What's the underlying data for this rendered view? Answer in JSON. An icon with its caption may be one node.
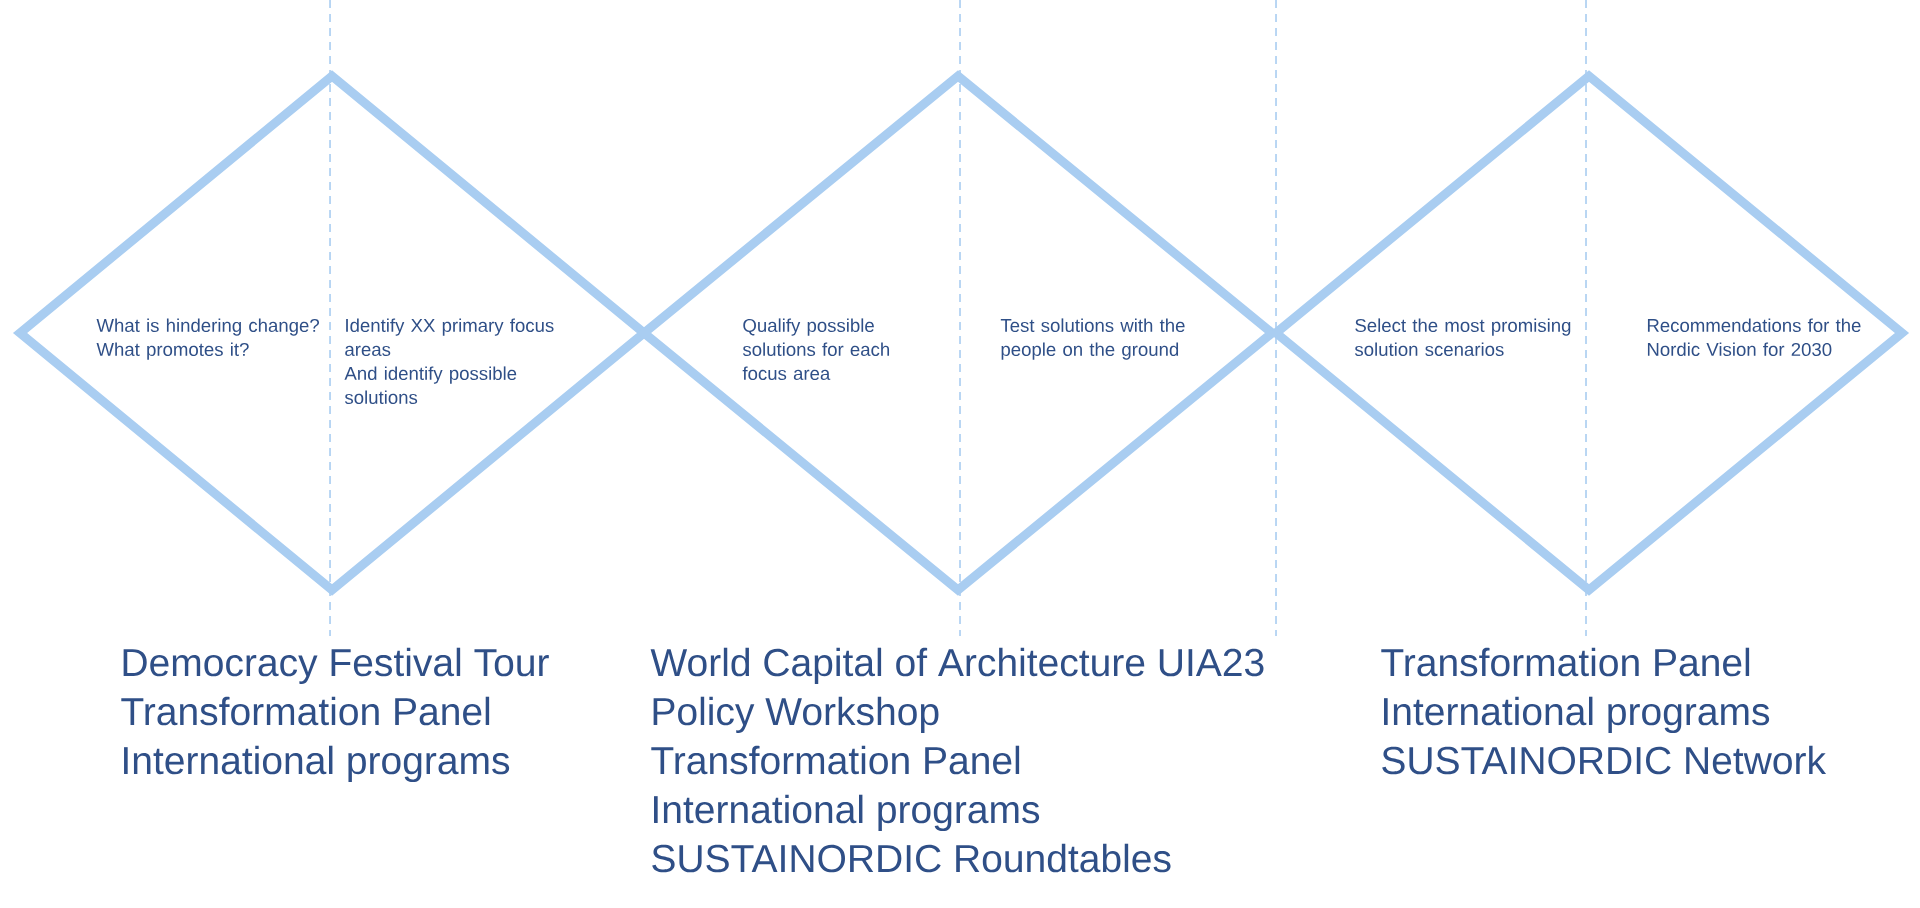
{
  "diagram": {
    "nodes": [
      {
        "text": [
          "What is hindering change? What promotes it?",
          "Identify XX primary focus areas",
          "And identify possible solutions"
        ],
        "beside": [
          "Democracy Festival Tour",
          "Transformation Panel",
          "International programs"
        ]
      },
      {
        "text": [
          "Qualify possible solutions for each focus area",
          "Test solutions with the people on the ground"
        ],
        "beside": [
          "World Capital of Architecture UIA23",
          "Policy Workshop",
          "Transformation Panel",
          "International programs",
          "SUSTAINORDIC Roundtables"
        ]
      },
      {
        "text": [
          "Select the most promising solution scenarios",
          "Recommendations for the Nordic Vision for 2030"
        ],
        "beside": [
          "Transformation Panel",
          "International programs",
          "SUSTAINORDIC Network"
        ]
      }
    ]
  }
}
